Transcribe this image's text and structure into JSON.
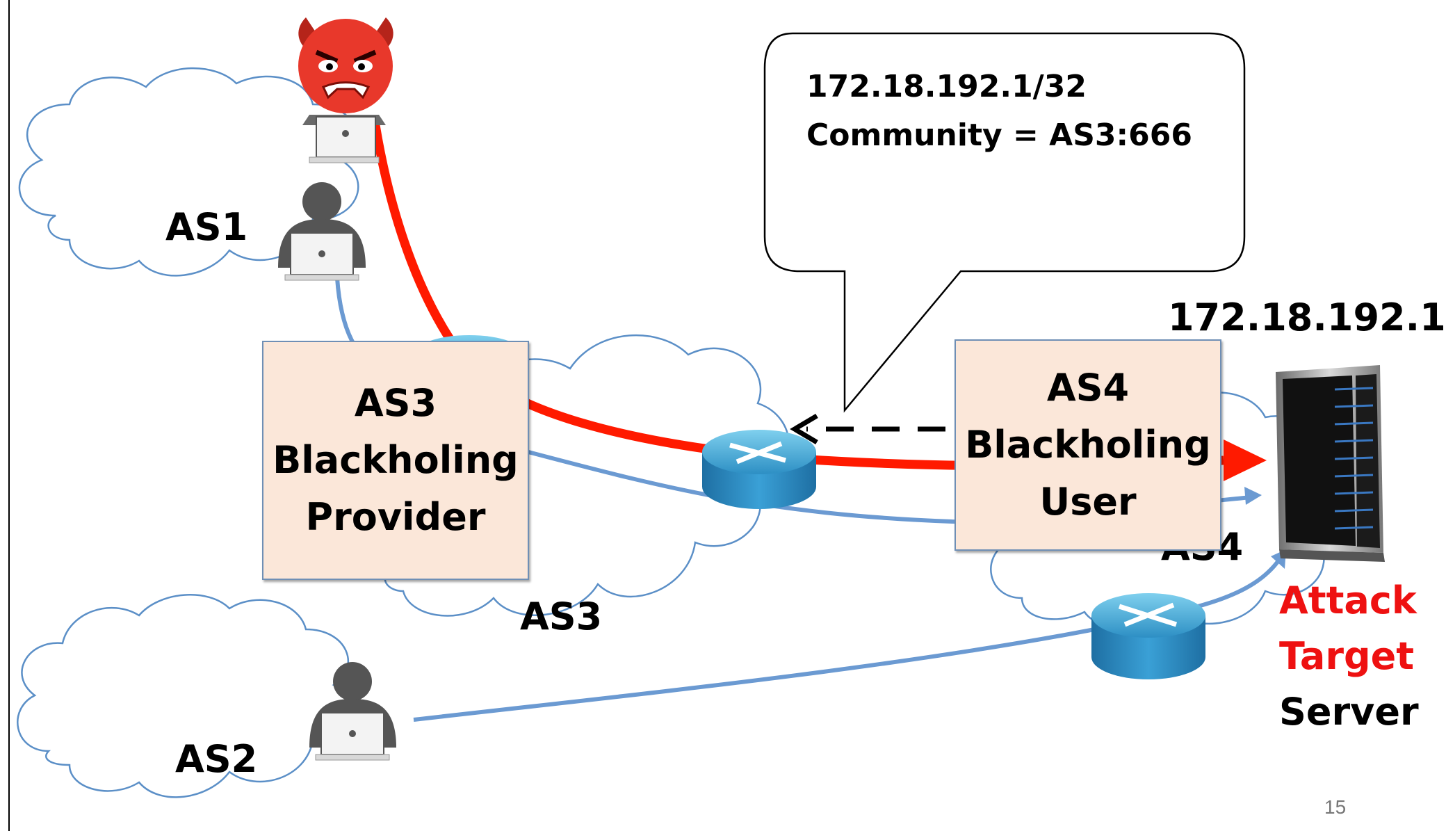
{
  "clouds": {
    "as1": "AS1",
    "as2": "AS2",
    "as3": "AS3",
    "as4": "AS4"
  },
  "as3_note": [
    "AS3",
    "Blackholing",
    "Provider"
  ],
  "as4_note": [
    "AS4",
    "Blackholing",
    "User"
  ],
  "bgp_announcement": {
    "prefix": "172.18.192.1/32",
    "community": "Community = AS3:666"
  },
  "server": {
    "ip": "172.18.192.1",
    "label_line1": "Attack",
    "label_line2": "Target",
    "label_line3": "Server"
  },
  "page_number": "15",
  "colors": {
    "attack_path": "#ff1a00",
    "legit_path": "#6b9ad2",
    "note_fill": "#fbe7d9",
    "attack_text": "#ee1111",
    "devil": "#e8382b"
  },
  "icons": [
    "devil-icon",
    "user-laptop-icon",
    "router-icon",
    "server-rack-icon",
    "cloud-icon"
  ]
}
